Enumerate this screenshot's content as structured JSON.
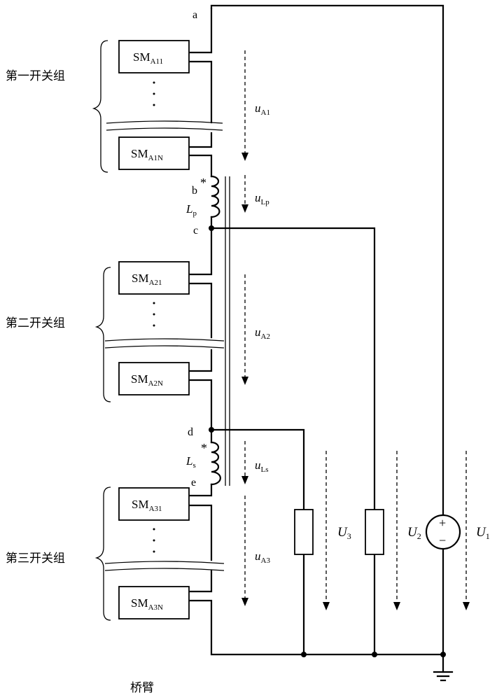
{
  "nodes": {
    "a": "a",
    "b": "b",
    "c": "c",
    "d": "d",
    "e": "e"
  },
  "groups": [
    {
      "label": "第一开关组",
      "top": {
        "name": "SM",
        "sub": "A11"
      },
      "bottom": {
        "name": "SM",
        "sub": "A1N"
      }
    },
    {
      "label": "第二开关组",
      "top": {
        "name": "SM",
        "sub": "A21"
      },
      "bottom": {
        "name": "SM",
        "sub": "A2N"
      }
    },
    {
      "label": "第三开关组",
      "top": {
        "name": "SM",
        "sub": "A31"
      },
      "bottom": {
        "name": "SM",
        "sub": "A3N"
      }
    }
  ],
  "inductors": {
    "primary": {
      "name": "L",
      "sub": "p",
      "dot": "*"
    },
    "secondary": {
      "name": "L",
      "sub": "s",
      "dot": "*"
    }
  },
  "voltages": {
    "uA1": {
      "name": "u",
      "sub": "A1"
    },
    "uLp": {
      "name": "u",
      "sub": "Lp"
    },
    "uA2": {
      "name": "u",
      "sub": "A2"
    },
    "uLs": {
      "name": "u",
      "sub": "Ls"
    },
    "uA3": {
      "name": "u",
      "sub": "A3"
    },
    "U3": {
      "name": "U",
      "sub": "3"
    },
    "U2": {
      "name": "U",
      "sub": "2"
    },
    "U1": {
      "name": "U",
      "sub": "1"
    }
  },
  "source": {
    "plus": "+",
    "minus": "−"
  },
  "bottom_label": "桥臂"
}
